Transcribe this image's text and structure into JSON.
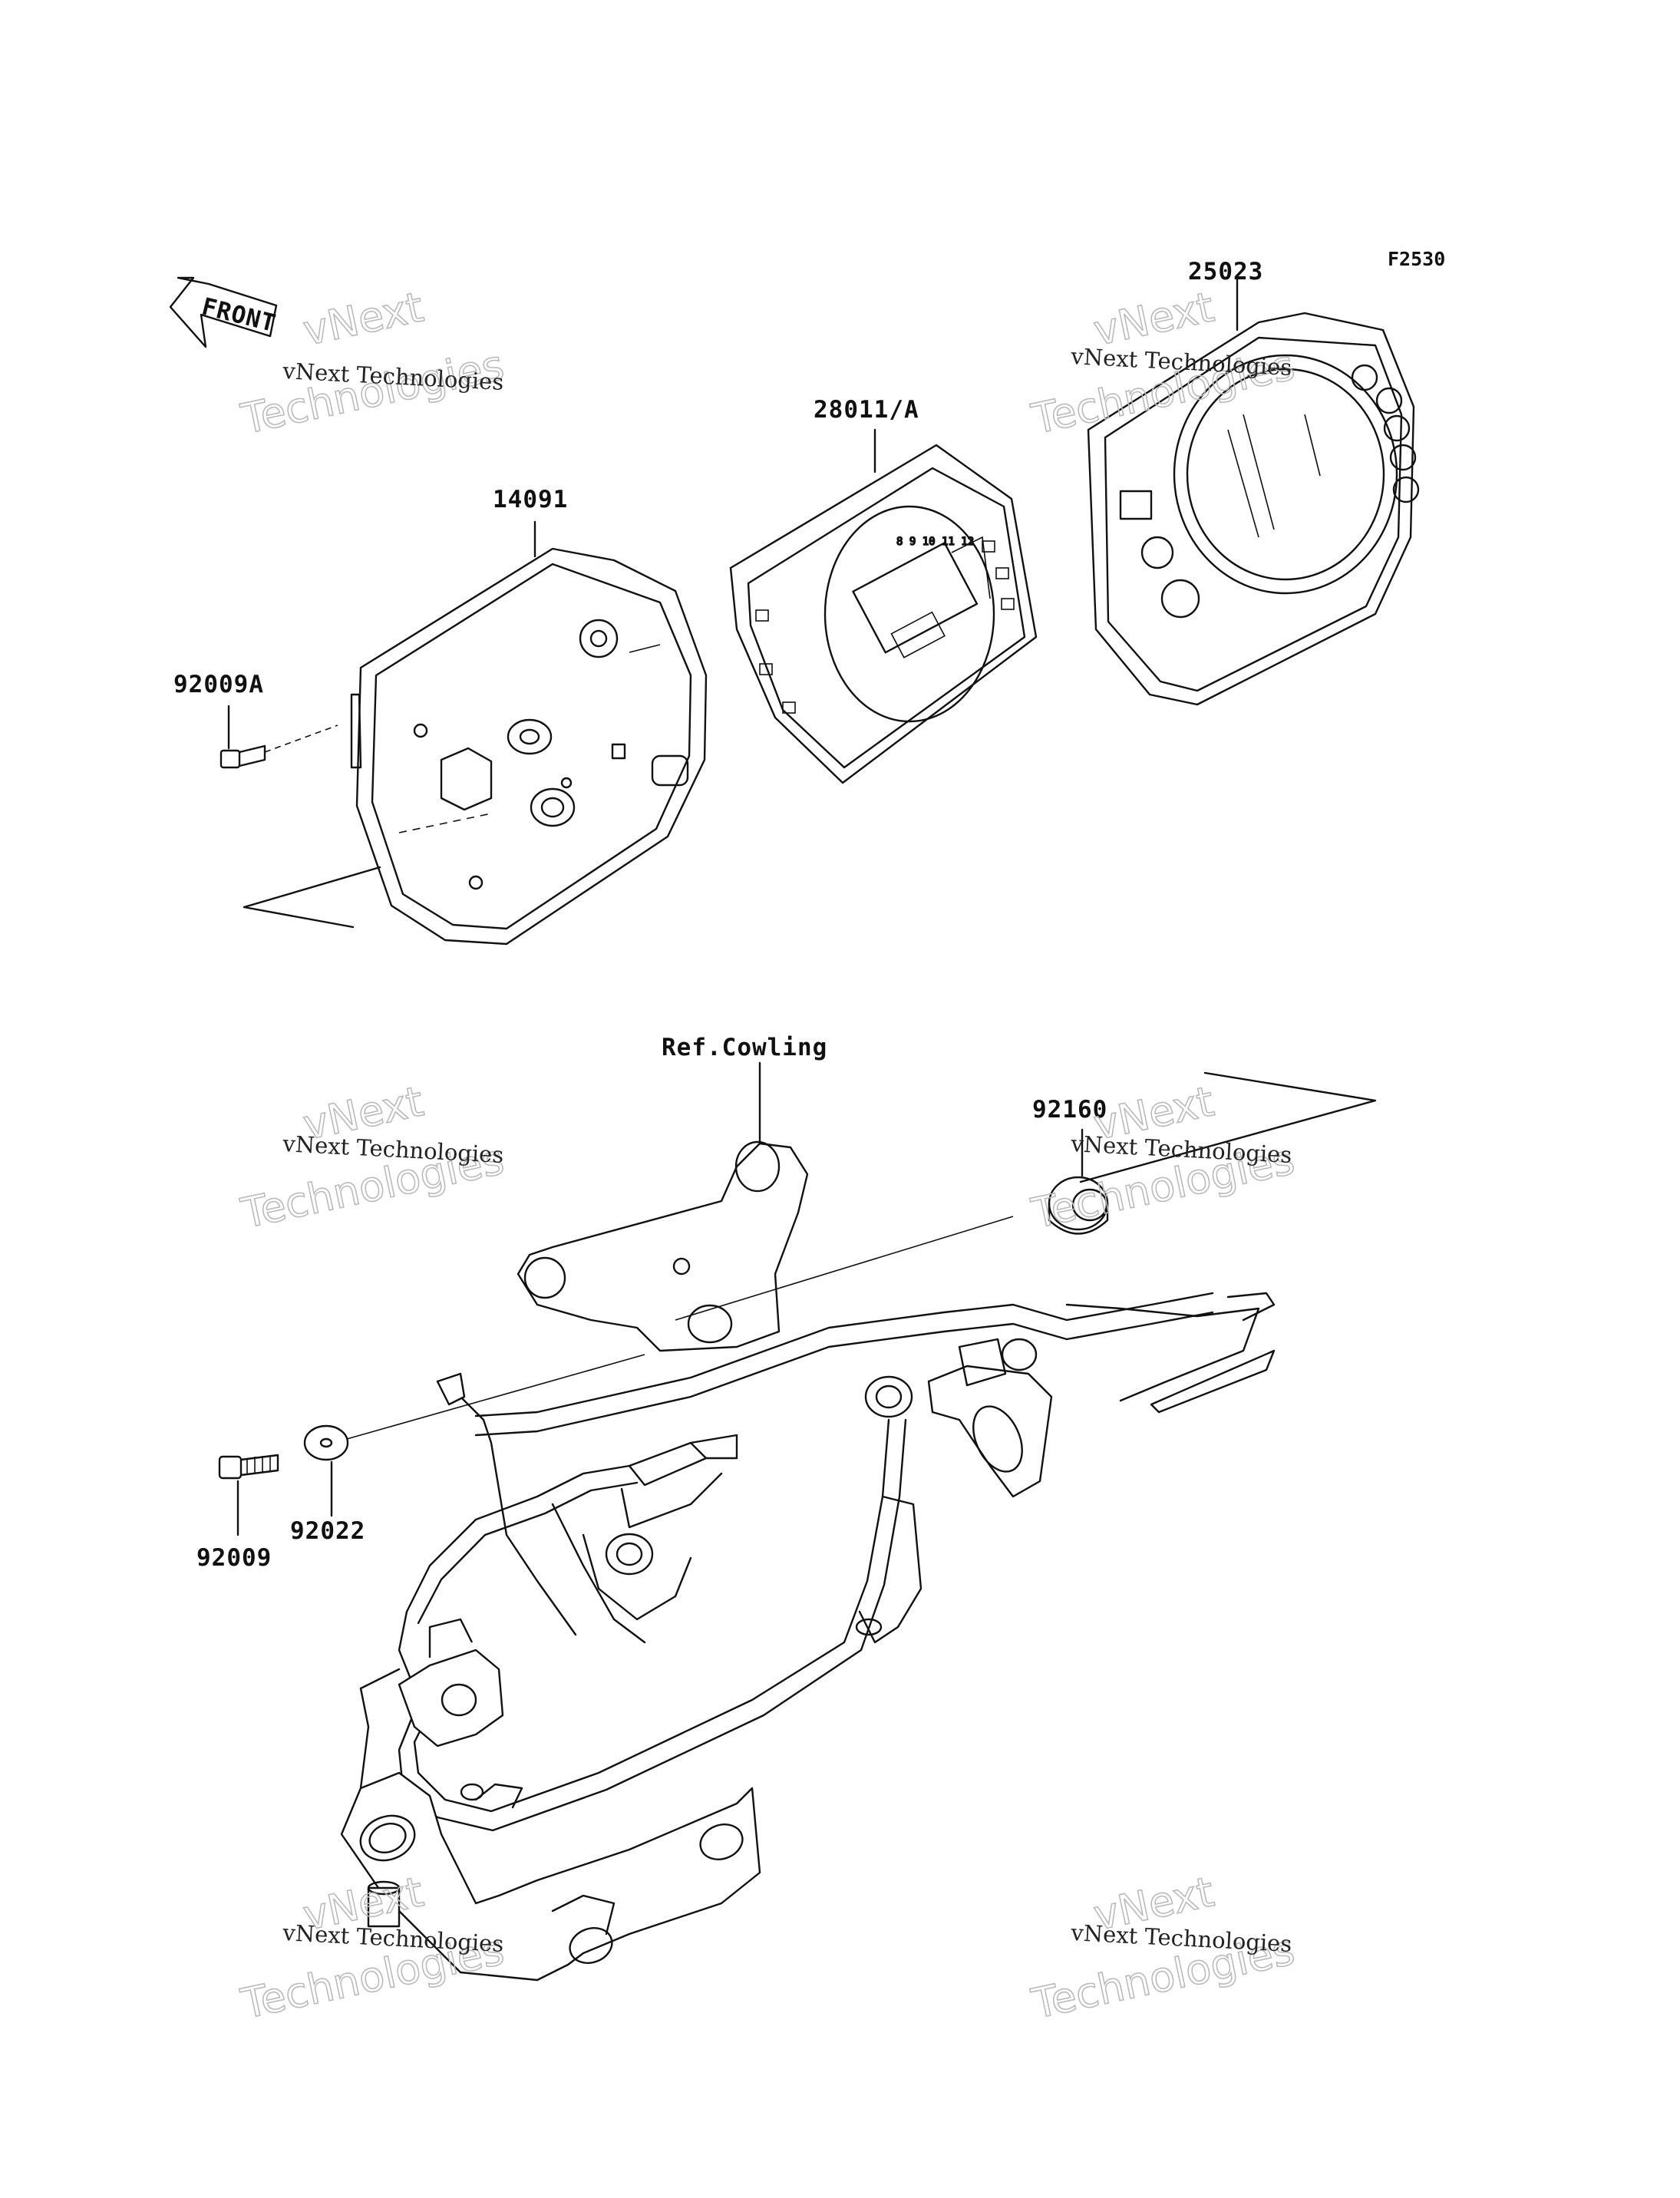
{
  "figure_code": "F2530",
  "front_label": "FRONT",
  "parts": {
    "p25023": "25023",
    "p28011a": "28011/A",
    "p14091": "14091",
    "p92009a": "92009A",
    "ref_cowling": "Ref.Cowling",
    "p92160": "92160",
    "p92009": "92009",
    "p92022": "92022"
  },
  "watermark": {
    "line": "vNext Technologies",
    "top": "vNext",
    "bottom": "Technologies"
  }
}
